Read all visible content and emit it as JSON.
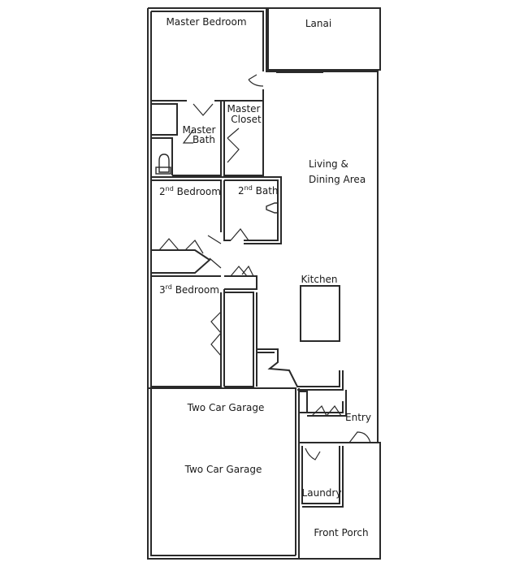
{
  "rooms": {
    "master_bedroom": "Master Bedroom",
    "lanai": "Lanai",
    "master_closet_1": "Master",
    "master_closet_2": "Closet",
    "master_bath_1": "Master",
    "master_bath_2": "Bath",
    "living_1": "Living &",
    "living_2": "Dining Area",
    "second_bedroom_num": "2",
    "second_bedroom_sup": "nd",
    "second_bedroom_rest": " Bedroom",
    "second_bath_num": "2",
    "second_bath_sup": "nd",
    "second_bath_rest": " Bath",
    "kitchen": "Kitchen",
    "third_bedroom_num": "3",
    "third_bedroom_sup": "rd",
    "third_bedroom_rest": " Bedroom",
    "garage_top": "Two Car Garage",
    "garage_main": "Two Car Garage",
    "entry": "Entry",
    "laundry": "Laundry",
    "front_porch": "Front Porch"
  }
}
